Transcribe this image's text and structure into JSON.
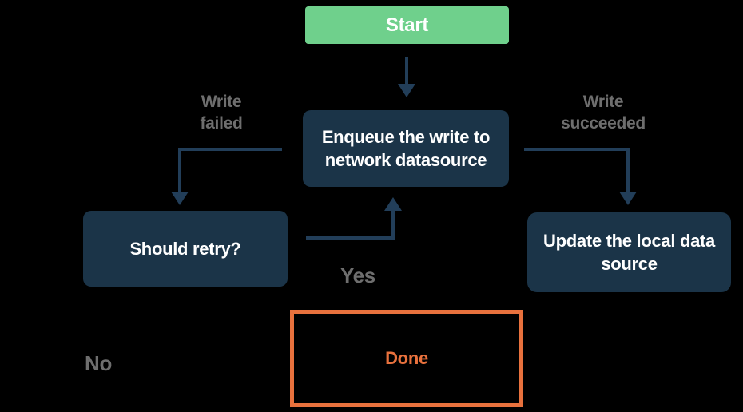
{
  "diagram": {
    "type": "flowchart",
    "background_color": "#000000",
    "arrow_color": "#223E59",
    "edge_label_color": "#6E6E6E",
    "nodes": {
      "start": {
        "label": "Start",
        "fill": "#6FD08C",
        "text_color": "#FFFFFF",
        "shape": "rounded-rect"
      },
      "enqueue": {
        "label": "Enqueue the write to\nnetwork datasource",
        "fill": "#1B3448",
        "text_color": "#FFFFFF",
        "shape": "rounded-rect"
      },
      "should_retry": {
        "label": "Should retry?",
        "fill": "#1B3448",
        "text_color": "#FFFFFF",
        "shape": "rounded-rect"
      },
      "update_local": {
        "label": "Update the local data\nsource",
        "fill": "#1B3448",
        "text_color": "#FFFFFF",
        "shape": "rounded-rect"
      },
      "done": {
        "label": "Done",
        "fill": "transparent",
        "border_color": "#E8713D",
        "text_color": "#E8713D",
        "shape": "rect-outline"
      }
    },
    "edges": {
      "start_to_enqueue": {
        "from": "start",
        "to": "enqueue",
        "label": ""
      },
      "enqueue_to_should_retry": {
        "from": "enqueue",
        "to": "should_retry",
        "label": "Write\nfailed"
      },
      "enqueue_to_update_local": {
        "from": "enqueue",
        "to": "update_local",
        "label": "Write\nsucceeded"
      },
      "should_retry_to_enqueue": {
        "from": "should_retry",
        "to": "enqueue",
        "label": "Yes"
      },
      "should_retry_no": {
        "from": "should_retry",
        "label": "No"
      }
    }
  }
}
